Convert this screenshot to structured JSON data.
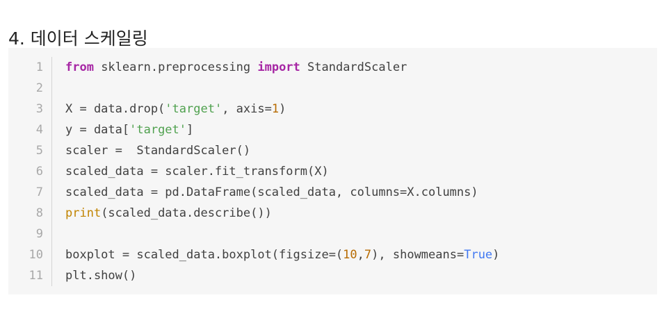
{
  "heading": "4. 데이터 스케일링",
  "code_block": {
    "line_numbers": [
      "1",
      "2",
      "3",
      "4",
      "5",
      "6",
      "7",
      "8",
      "9",
      "10",
      "11"
    ],
    "lines": [
      [
        {
          "t": "from",
          "k": "keyword"
        },
        {
          "t": " sklearn.preprocessing ",
          "k": "plain"
        },
        {
          "t": "import",
          "k": "keyword"
        },
        {
          "t": " StandardScaler",
          "k": "plain"
        }
      ],
      [],
      [
        {
          "t": "X = data.drop(",
          "k": "plain"
        },
        {
          "t": "'target'",
          "k": "string"
        },
        {
          "t": ", axis=",
          "k": "plain"
        },
        {
          "t": "1",
          "k": "number"
        },
        {
          "t": ")",
          "k": "plain"
        }
      ],
      [
        {
          "t": "y = data[",
          "k": "plain"
        },
        {
          "t": "'target'",
          "k": "string"
        },
        {
          "t": "]",
          "k": "plain"
        }
      ],
      [
        {
          "t": "scaler =  StandardScaler()",
          "k": "plain"
        }
      ],
      [
        {
          "t": "scaled_data = scaler.fit_transform(X)",
          "k": "plain"
        }
      ],
      [
        {
          "t": "scaled_data = pd.DataFrame(scaled_data, columns=X.columns)",
          "k": "plain"
        }
      ],
      [
        {
          "t": "print",
          "k": "builtin"
        },
        {
          "t": "(scaled_data.describe())",
          "k": "plain"
        }
      ],
      [],
      [
        {
          "t": "boxplot = scaled_data.boxplot(figsize=(",
          "k": "plain"
        },
        {
          "t": "10",
          "k": "number"
        },
        {
          "t": ",",
          "k": "plain"
        },
        {
          "t": "7",
          "k": "number"
        },
        {
          "t": "), showmeans=",
          "k": "plain"
        },
        {
          "t": "True",
          "k": "literal"
        },
        {
          "t": ")",
          "k": "plain"
        }
      ],
      [
        {
          "t": "plt.show()",
          "k": "plain"
        }
      ]
    ]
  },
  "colors": {
    "background": "#f6f6f6",
    "keyword": "#a626a4",
    "string": "#50a14f",
    "number": "#b76b01",
    "builtin": "#c18401",
    "literal": "#4078f2",
    "line_number": "#a8a8a8"
  }
}
